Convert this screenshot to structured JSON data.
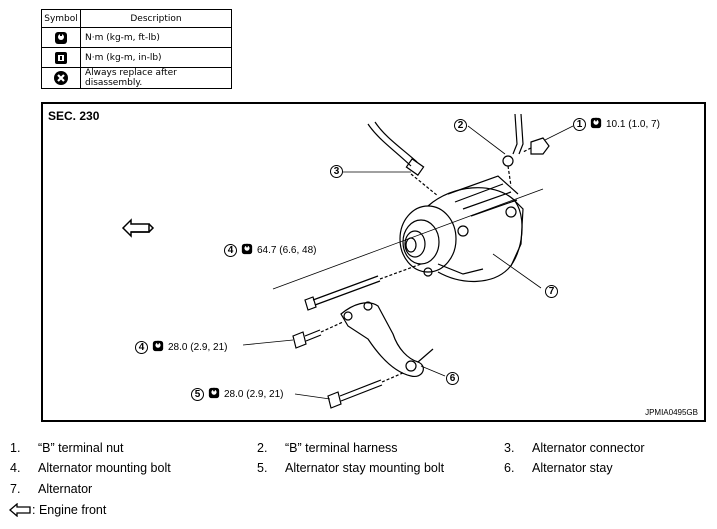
{
  "legend": {
    "header_symbol": "Symbol",
    "header_description": "Description",
    "rows": [
      {
        "icon": "torque-wrench-icon",
        "description": "N·m (kg-m, ft-lb)"
      },
      {
        "icon": "torque-wrench-small-icon",
        "description": "N·m (kg-m, in-lb)"
      },
      {
        "icon": "always-replace-icon",
        "description": "Always replace after disassembly."
      }
    ]
  },
  "figure": {
    "section": "SEC. 230",
    "code": "JPMIA0495GB",
    "callouts": [
      {
        "num": "1",
        "torque": "10.1 (1.0, 7)"
      },
      {
        "num": "2",
        "torque": ""
      },
      {
        "num": "3",
        "torque": ""
      },
      {
        "num": "4",
        "torque": "64.7 (6.6, 48)"
      },
      {
        "num": "4",
        "torque": "28.0 (2.9, 21)"
      },
      {
        "num": "5",
        "torque": "28.0 (2.9, 21)"
      },
      {
        "num": "6",
        "torque": ""
      },
      {
        "num": "7",
        "torque": ""
      }
    ]
  },
  "parts": [
    {
      "num": "1.",
      "label": "“B” terminal nut"
    },
    {
      "num": "2.",
      "label": "“B” terminal harness"
    },
    {
      "num": "3.",
      "label": "Alternator connector"
    },
    {
      "num": "4.",
      "label": "Alternator mounting bolt"
    },
    {
      "num": "5.",
      "label": "Alternator stay mounting bolt"
    },
    {
      "num": "6.",
      "label": "Alternator stay"
    },
    {
      "num": "7.",
      "label": "Alternator"
    }
  ],
  "front_note": ": Engine front"
}
